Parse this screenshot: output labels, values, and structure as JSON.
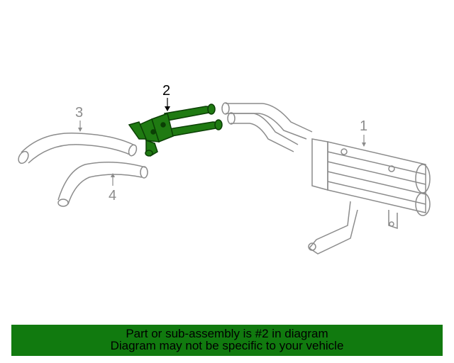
{
  "callouts": {
    "part1": "1",
    "part2": "2",
    "part3": "3",
    "part4": "4"
  },
  "highlighted_part": "2",
  "banner": {
    "line1": "Part or sub-assembly is #2 in diagram",
    "line2": "Diagram may not be specific to your vehicle"
  },
  "colors": {
    "highlight": "#1f7a12",
    "highlight_dark": "#0b3f05",
    "outline": "#8c8c8c",
    "banner": "#117a0f"
  }
}
